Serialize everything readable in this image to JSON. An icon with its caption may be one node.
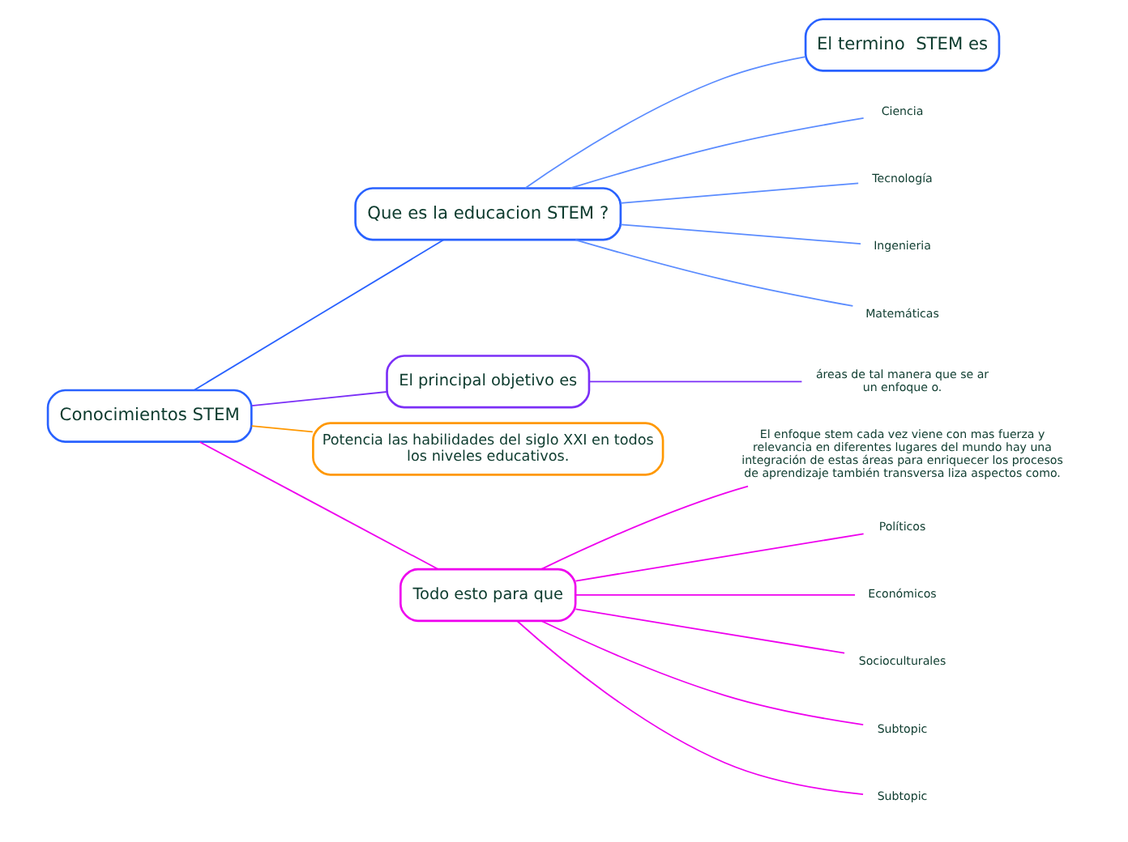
{
  "diagram": {
    "nodes": [
      {
        "text": [
          "Conocimientos STEM"
        ]
      },
      {
        "text": [
          "Que es la educacion STEM ?"
        ]
      },
      {
        "text": [
          "El termino  STEM es"
        ]
      },
      {
        "text": [
          "Ciencia"
        ]
      },
      {
        "text": [
          "Tecnología"
        ]
      },
      {
        "text": [
          "Ingenieria"
        ]
      },
      {
        "text": [
          "Matemáticas"
        ]
      },
      {
        "text": [
          "El principal objetivo es"
        ]
      },
      {
        "text": [
          "áreas de tal manera que se ar un enfoque o."
        ]
      },
      {
        "text": [
          "Potencia las habilidades del siglo XXI en todos los niveles educativos."
        ]
      },
      {
        "text": [
          "Todo esto para que"
        ]
      },
      {
        "text": [
          "El enfoque stem cada vez viene con mas fuerza y relevancia en diferentes lugares del mundo hay una integración de estas áreas para enriquecer los procesos de aprendizaje también transversa liza aspectos como."
        ]
      },
      {
        "text": [
          "Políticos"
        ]
      },
      {
        "text": [
          "Económicos"
        ]
      },
      {
        "text": [
          "Socioculturales"
        ]
      },
      {
        "text": [
          "Subtopic"
        ]
      },
      {
        "text": [
          "Subtopic"
        ]
      }
    ],
    "edges": [
      {
        "from": 0,
        "to": 1,
        "arrow": "none",
        "color": "#2962ff"
      },
      {
        "from": 1,
        "to": 2,
        "arrow": "none",
        "color": "#5b8cff"
      },
      {
        "from": 1,
        "to": 3,
        "arrow": "none",
        "color": "#5b8cff"
      },
      {
        "from": 1,
        "to": 4,
        "arrow": "none",
        "color": "#5b8cff"
      },
      {
        "from": 1,
        "to": 5,
        "arrow": "none",
        "color": "#5b8cff"
      },
      {
        "from": 1,
        "to": 6,
        "arrow": "none",
        "color": "#5b8cff"
      },
      {
        "from": 0,
        "to": 7,
        "arrow": "none",
        "color": "#7b2ff7"
      },
      {
        "from": 7,
        "to": 8,
        "arrow": "none",
        "color": "#7b2ff7"
      },
      {
        "from": 0,
        "to": 9,
        "arrow": "none",
        "color": "#ff9800"
      },
      {
        "from": 0,
        "to": 10,
        "arrow": "none",
        "color": "#ee00ee"
      },
      {
        "from": 10,
        "to": 11,
        "arrow": "none",
        "color": "#ee00ee"
      },
      {
        "from": 10,
        "to": 12,
        "arrow": "none",
        "color": "#ee00ee"
      },
      {
        "from": 10,
        "to": 13,
        "arrow": "none",
        "color": "#ee00ee"
      },
      {
        "from": 10,
        "to": 14,
        "arrow": "none",
        "color": "#ee00ee"
      },
      {
        "from": 10,
        "to": 15,
        "arrow": "none",
        "color": "#ee00ee"
      },
      {
        "from": 10,
        "to": 16,
        "arrow": "none",
        "color": "#ee00ee"
      }
    ]
  }
}
